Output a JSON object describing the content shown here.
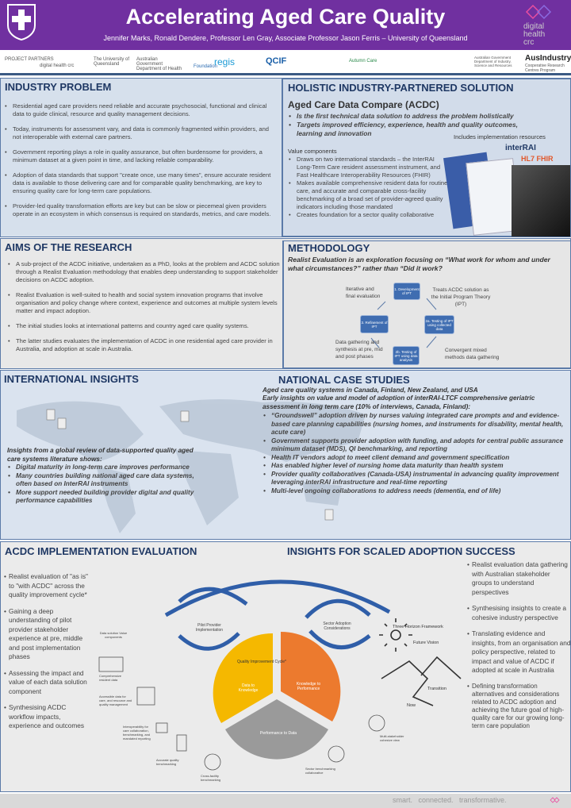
{
  "header": {
    "title": "Accelerating Aged Care Quality",
    "authors": "Jennifer Marks, Ronald Dendere, Professor Len Gray, Associate Professor Jason Ferris – University of Queensland",
    "brand_logo_text": "digital health crc"
  },
  "partners": {
    "label": "PROJECT PARTNERS",
    "dhcrc": "digital health crc",
    "logos": [
      "The University of Queensland",
      "Australian Government Department of Health",
      "Foundation",
      "regis",
      "QCIF",
      "Autumn Care"
    ],
    "right_gov": "Australian Government Department of Industry, Science and Resources",
    "ausindustry": "AusIndustry",
    "ausindustry_sub": "Cooperative Research Centres Program"
  },
  "industry": {
    "heading": "INDUSTRY PROBLEM",
    "items": [
      "Residential aged care providers need reliable and accurate psychosocial, functional and clinical data to guide clinical, resource and quality management decisions.",
      "Today, instruments for assessment vary, and data is commonly fragmented within providers, and not interoperable with external care partners.",
      "Government reporting plays a role in quality assurance, but often burdensome for providers, a minimum dataset at a given point in time, and lacking reliable comparability.",
      "Adoption of data standards that support \"create once, use many times\", ensure accurate resident data is available to those delivering care and for comparable quality benchmarking, are key to ensuring quality care for long-term care populations.",
      "Provider-led quality transformation efforts are key but can be slow or piecemeal given providers operate in an ecosystem in which consensus is required on standards, metrics, and care models."
    ]
  },
  "solution": {
    "heading": "HOLISTIC INDUSTRY-PARTNERED SOLUTION",
    "subheading": "Aged Care Data Compare (ACDC)",
    "highlights": [
      "Is the first technical data solution to address the problem holistically",
      "Targets improved efficiency, experience, health and quality outcomes, learning and innovation"
    ],
    "resources_label": "Includes implementation resources",
    "interrai": "interRAI",
    "hl7": "HL7 FHIR",
    "value_label": "Value components",
    "values": [
      "Draws on two international standards – the InterRAI Long-Term Care resident assessment instrument, and Fast Healthcare Interoperability Resources (FHIR)",
      "Makes available comprehensive resident data for routine care, and accurate and comparable cross-facility benchmarking of a broad set of provider-agreed quality indicators including those mandated",
      "Creates foundation for a sector quality collaborative"
    ]
  },
  "aims": {
    "heading": "AIMS OF THE RESEARCH",
    "items": [
      "A sub-project of the ACDC initiative, undertaken as a PhD, looks at the problem and ACDC solution through a Realist Evaluation methodology that enables deep understanding to support stakeholder decisions on ACDC adoption.",
      "Realist Evaluation is well-suited to health and social system innovation programs that involve organisation and policy change where context, experience and outcomes at multiple system levels matter and impact adoption.",
      "The initial studies looks at international patterns and country aged care quality systems.",
      "The latter studies evaluates the implementation of ACDC in one residential aged care provider in Australia, and adoption at scale in Australia."
    ]
  },
  "method": {
    "heading": "METHODOLOGY",
    "lead": "Realist Evaluation is an exploration focusing on “What work for whom and under what circumstances?” rather than “Did it work?",
    "steps": [
      "1. Development of IPT",
      "2a. Testing of IPT using collected data",
      "2b. Testing of IPT using data analysis",
      "3. Refinement of IPT"
    ],
    "notes": [
      "Iterative and final evaluation",
      "Treats ACDC solution as the Initial Program Theory (IPT)",
      "Convergent mixed methods data gathering",
      "Data gathering and synthesis at pre, mid and post phases"
    ]
  },
  "international": {
    "heading": "INTERNATIONAL INSIGHTS",
    "lead": "Insights from a global review of data-supported quality aged care systems literature shows:",
    "items": [
      "Digital maturity in long-term care improves performance",
      "Many countries building national aged care data systems, often based on InterRAI instruments",
      "More support needed building provider digital and quality performance capabilities"
    ]
  },
  "national": {
    "heading": "NATIONAL CASE STUDIES",
    "lead1": "Aged care quality systems in Canada, Finland, New Zealand, and USA",
    "lead2": "Early insights on value and model of adoption of interRAI-LTCF comprehensive geriatric assessment in long term care (10% of interviews, Canada, Finland):",
    "items": [
      "“Groundswell” adoption driven by nurses valuing integrated care prompts and and evidence-based care planning capabilities (nursing homes, and instruments for disability, mental health, acute care)",
      "Government supports provider adoption with funding, and adopts for central public assurance minimum dataset (MDS), QI benchmarking, and reporting",
      "Health IT vendors adopt to meet client demand and government specification",
      "Has enabled higher level of nursing home data maturity than health system",
      "Provider quality collaboratives (Canada-USA) instrumental in advancing quality improvement leveraging interRAI infrastructure and real-time reporting",
      "Multi-level ongoing collaborations to address needs (dementia, end of life)"
    ]
  },
  "implementation": {
    "heading": "ACDC IMPLEMENTATION EVALUATION",
    "items": [
      "Realist evaluation of \"as is\" to \"with ACDC\" across the quality improvement cycle*",
      "Gaining a deep understanding of pilot provider stakeholder experience at pre, middle and post implementation phases",
      "Assessing the impact and value of each data solution component",
      "Synthesising ACDC workflow impacts, experience and outcomes"
    ]
  },
  "diagram": {
    "pilot": "Pilot Provider Implementation",
    "sector": "Sector Adoption Considerations",
    "cycle_title": "Quality Improvement Cycle*",
    "slices": [
      {
        "label": "Data to Knowledge",
        "color": "#f5b800"
      },
      {
        "label": "Knowledge to Performance",
        "color": "#ec7a2e"
      },
      {
        "label": "Performance to Data",
        "color": "#9a9a9a"
      }
    ],
    "components_title": "Data solution Value components",
    "components": [
      "Comprehensive resident data",
      "Accessible data for care, and resource and quality management",
      "Interoperability for care collaboration, benchmarking, and mandated reporting",
      "Accurate quality benchmarking",
      "Cross-facility benchmarking"
    ],
    "sector_items": [
      "Multi-stakeholder cohesive view",
      "Sector benchmarking collaborative"
    ],
    "horizon_title": "Three Horizon Framework",
    "future": "Future Vision",
    "transition": "Transition",
    "now": "Now"
  },
  "scaled": {
    "heading": "INSIGHTS FOR SCALED ADOPTION SUCCESS",
    "items": [
      "Realist evaluation data gathering with Australian stakeholder groups to understand perspectives",
      "Synthesising insights to create a cohesive industry perspective",
      "Translating evidence and insights, from an organisation and policy perspective, related to impact and value of ACDC if adopted at scale in Australia",
      "Defining transformation alternatives and considerations related to ACDC adoption and achieving the future goal of high-quality care for our growing long-term care population"
    ]
  },
  "footer": {
    "tagline": "smart.   connected.   transformative."
  }
}
